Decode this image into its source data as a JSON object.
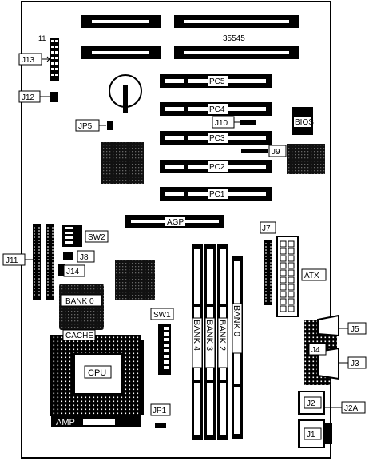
{
  "part_number": "35545",
  "pin_marker": "11",
  "pci_slots": [
    "PC5",
    "PC4",
    "PC3",
    "PC2",
    "PC1"
  ],
  "agp_slot": "AGP",
  "bios": "BIOS",
  "cache": "CACHE",
  "cpu": "CPU",
  "amp": "AMP",
  "bank0_chip": "BANK 0",
  "dimm_banks": [
    "BANK 4",
    "BANK 3",
    "BANK 2",
    "BANK 0"
  ],
  "connectors": {
    "j13": "J13",
    "j12": "J12",
    "jp5": "JP5",
    "j10": "J10",
    "j9": "J9",
    "sw2": "SW2",
    "j11": "J11",
    "j8": "J8",
    "j14": "J14",
    "j7": "J7",
    "atx": "ATX",
    "sw1": "SW1",
    "j5": "J5",
    "j4": "J4",
    "j3": "J3",
    "j2": "J2",
    "j2a": "J2A",
    "j1": "J1",
    "jp1": "JP1"
  }
}
